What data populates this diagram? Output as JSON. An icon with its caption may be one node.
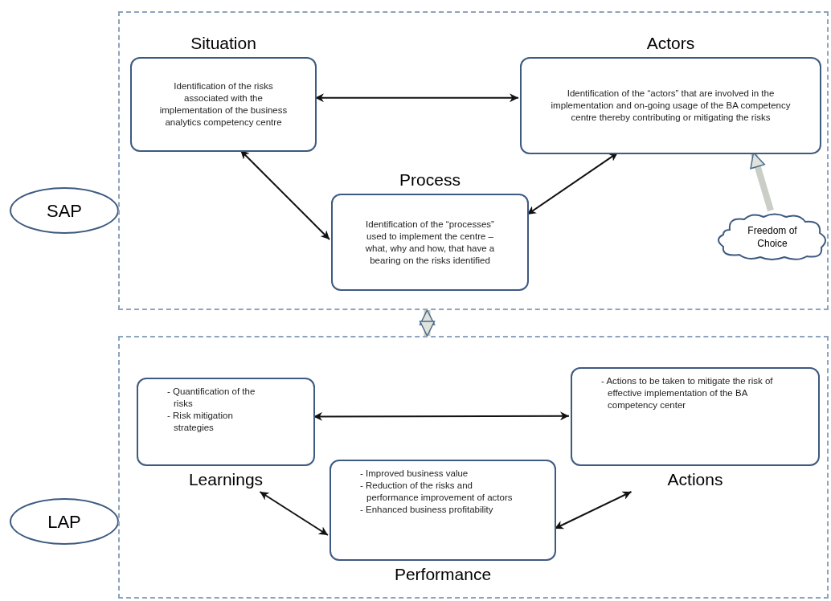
{
  "diagram": {
    "nodes": [
      {
        "text": [
          "SAP"
        ]
      },
      {
        "text": [],
        "shape": "box"
      },
      {
        "text": [
          "Situation",
          "Identification of the risks associated with the implementation of the business analytics competency centre"
        ],
        "in": 1
      },
      {
        "text": [
          "Actors",
          "Identification of the “actors” that are involved in the implementation and on-going usage of the BA competency centre thereby contributing or mitigating the risks"
        ],
        "in": 1
      },
      {
        "text": [
          "Process",
          "Identification of the “processes” used to implement the centre – what, why and how, that have a bearing on the risks identified"
        ],
        "in": 1
      },
      {
        "text": [
          "Freedom of Choice"
        ],
        "in": 1
      },
      {
        "text": [
          "LAP"
        ]
      },
      {
        "text": [],
        "shape": "box"
      },
      {
        "text": [
          "- Quantification of the risks",
          "- Risk mitigation strategies",
          "Learnings"
        ],
        "in": 7
      },
      {
        "text": [
          "- Actions to be taken to mitigate the risk of effective implementation of the BA competency center",
          "Actions"
        ],
        "in": 7
      },
      {
        "text": [
          "- Improved business value",
          "- Reduction of the risks and performance improvement of actors",
          "- Enhanced business profitability",
          "Performance"
        ],
        "in": 7
      }
    ],
    "edges": [
      {
        "from": 2,
        "to": 3,
        "arrow": "both"
      },
      {
        "from": 2,
        "to": 4,
        "arrow": "both"
      },
      {
        "from": 4,
        "to": 3,
        "arrow": "both"
      },
      {
        "from": 5,
        "to": 3,
        "arrow": "to",
        "style": "thick",
        "color": "#c9cfc6"
      },
      {
        "from": 1,
        "to": 7,
        "arrow": "both",
        "style": "thick",
        "color": "#c9cfc6"
      },
      {
        "from": 8,
        "to": 9,
        "arrow": "both"
      },
      {
        "from": 8,
        "to": 10,
        "arrow": "both"
      },
      {
        "from": 10,
        "to": 9,
        "arrow": "both"
      }
    ]
  }
}
